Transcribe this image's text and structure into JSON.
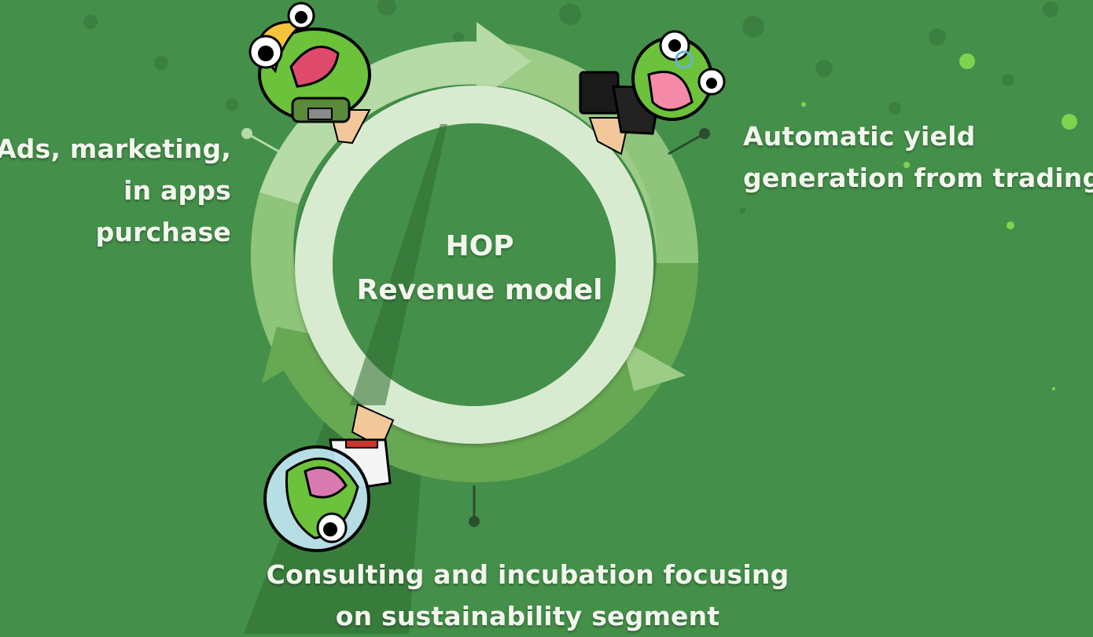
{
  "center": {
    "line1": "HOP",
    "line2": "Revenue model"
  },
  "segments": {
    "left": [
      "Ads, marketing,",
      "in apps",
      "purchase"
    ],
    "right": [
      "Automatic yield",
      "generation from trading"
    ],
    "bottom": [
      "Consulting and incubation focusing",
      "on sustainability segment"
    ]
  },
  "colors": {
    "background": "#44904a",
    "ring_light": "#b6dba6",
    "ring_mid": "#8fc47b",
    "ring_dark": "#67a853",
    "inner_ring": "#d8ebd0",
    "text": "#f3f6ee"
  },
  "mascots": [
    "frog-adventurer",
    "frog-businessman",
    "frog-astronaut"
  ]
}
